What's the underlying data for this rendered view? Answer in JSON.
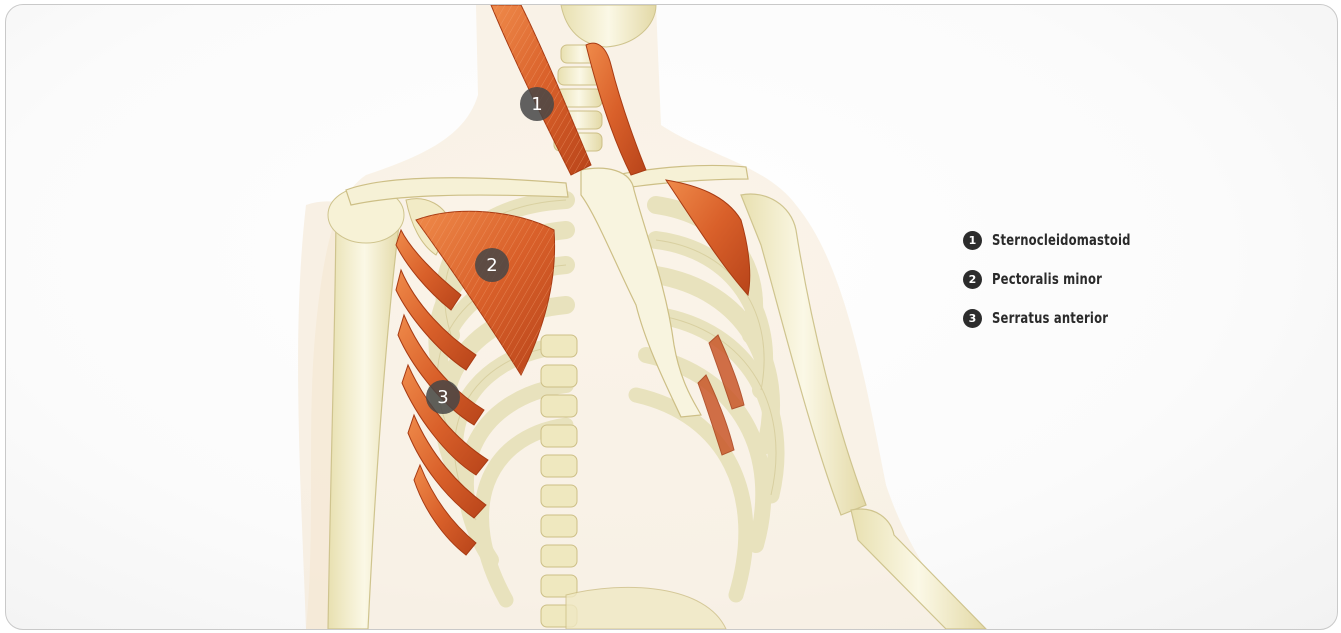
{
  "legend": {
    "items": [
      {
        "number": "1",
        "label": "Sternocleidomastoid"
      },
      {
        "number": "2",
        "label": "Pectoralis minor"
      },
      {
        "number": "3",
        "label": "Serratus anterior"
      }
    ]
  },
  "markers": [
    "1",
    "2",
    "3"
  ],
  "colors": {
    "muscle": "#d9602a",
    "bone": "#f2edc9",
    "body_silhouette": "#f4e6cf",
    "marker": "#474747"
  }
}
